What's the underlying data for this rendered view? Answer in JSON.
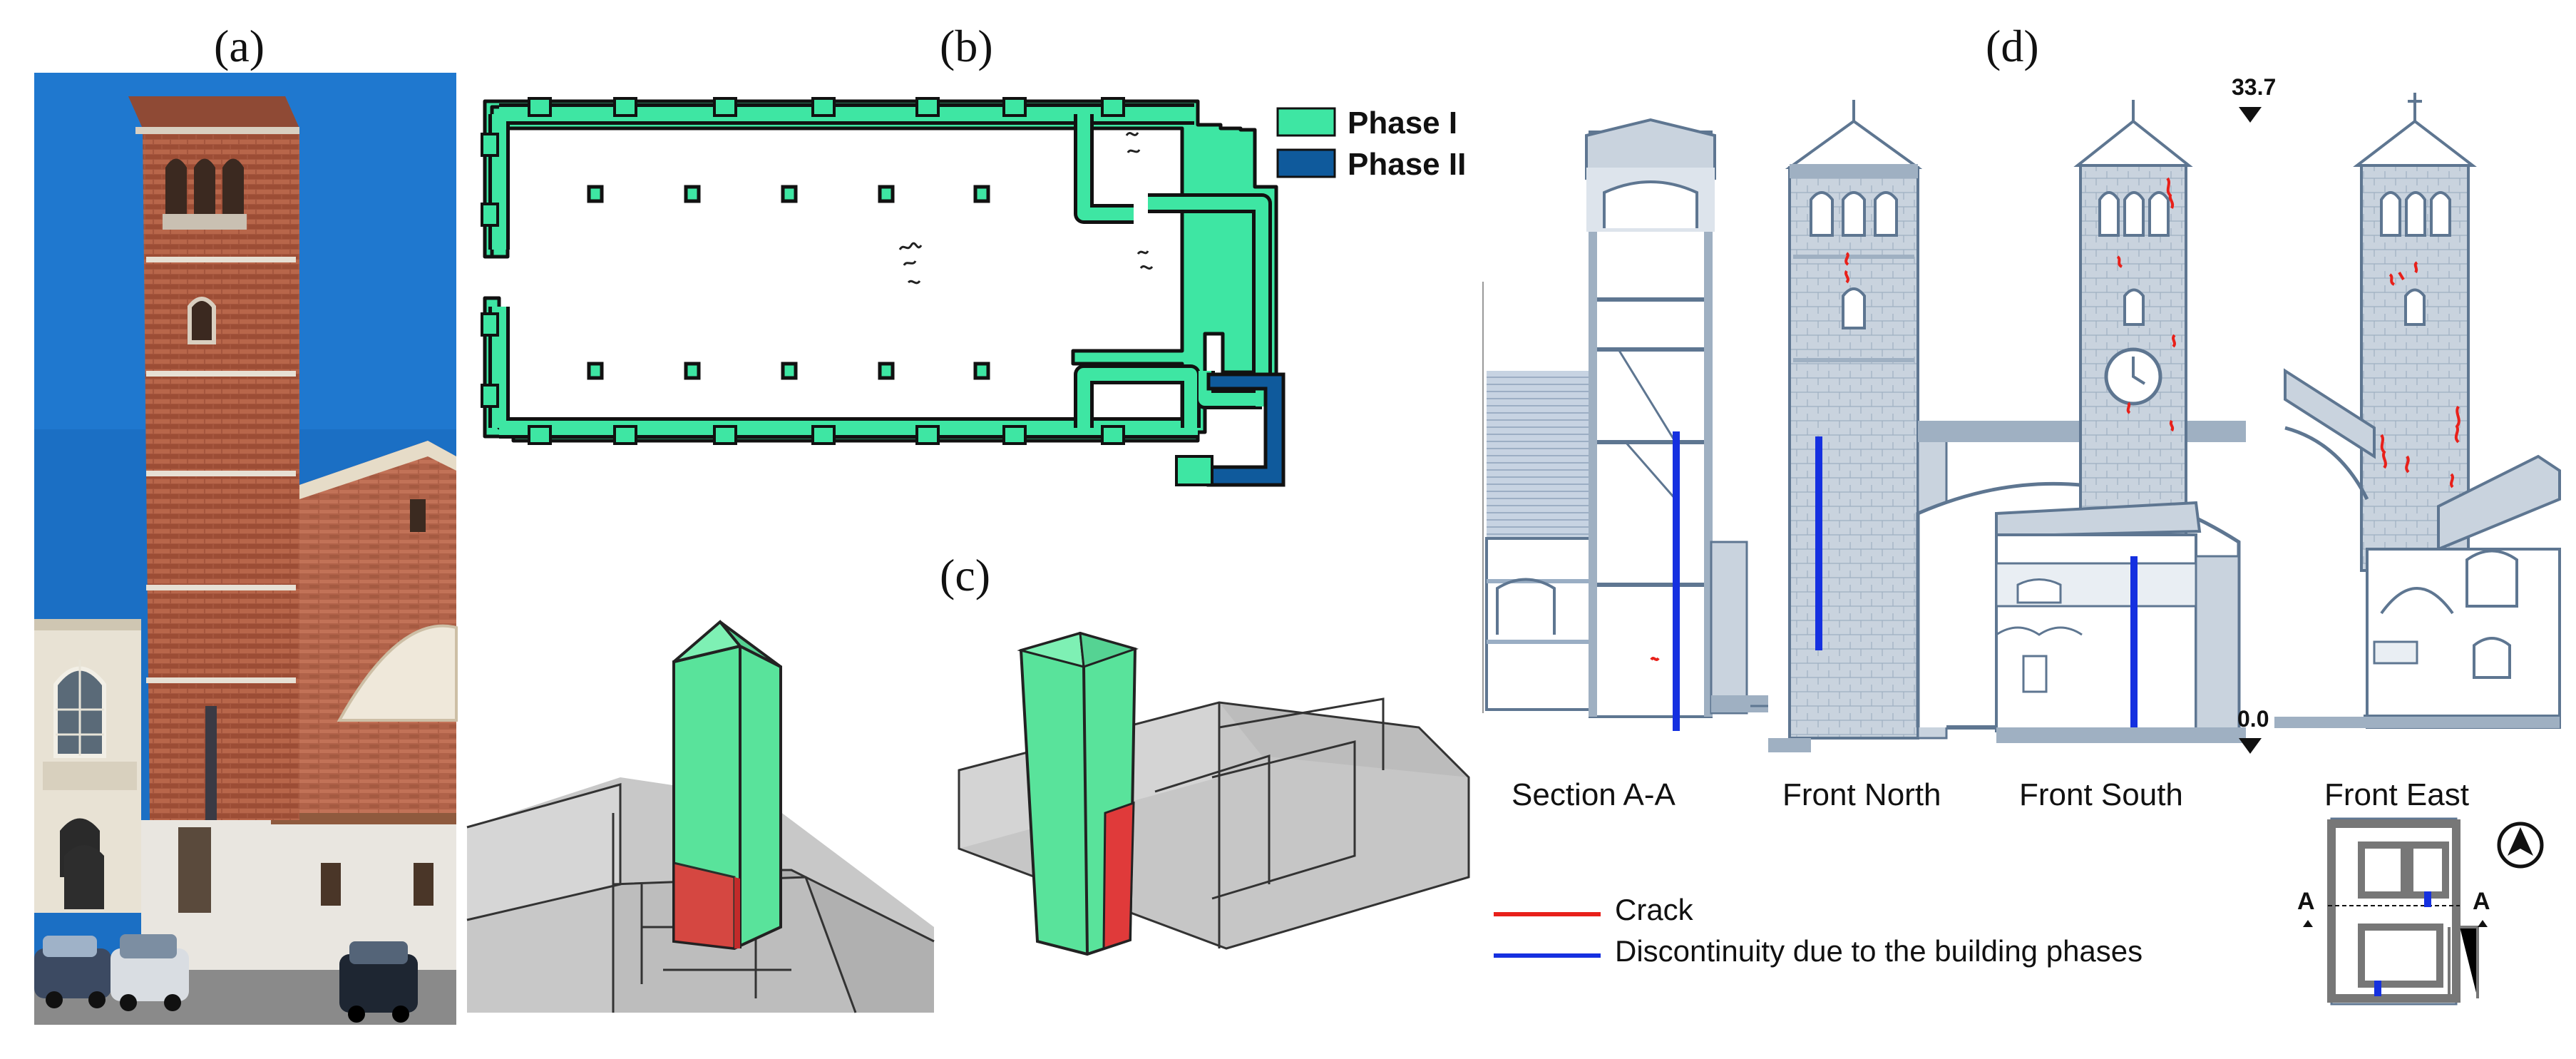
{
  "panels": {
    "a": "(a)",
    "b": "(b)",
    "c": "(c)",
    "d": "(d)"
  },
  "plan_legend": {
    "phase1": {
      "label": "Phase I",
      "color": "#3ee6a3"
    },
    "phase2": {
      "label": "Phase II",
      "color": "#0f5a9c"
    }
  },
  "elevation_markers": {
    "top": "33.7",
    "bottom": "0.0"
  },
  "views": {
    "section": "Section A-A",
    "north": "Front North",
    "south": "Front South",
    "east": "Front East"
  },
  "key_plan": {
    "section_left": "A",
    "section_right": "A"
  },
  "damage_legend": {
    "crack": {
      "label": "Crack",
      "color": "#e8201a"
    },
    "discontinuity": {
      "label": "Discontinuity due to the building phases",
      "color": "#1530e0"
    }
  },
  "model_colors": {
    "tower": "#59e39b",
    "damage": "#e03a3a",
    "church": "#bdbdbd"
  },
  "north_arrow_icon": "north-arrow-icon"
}
